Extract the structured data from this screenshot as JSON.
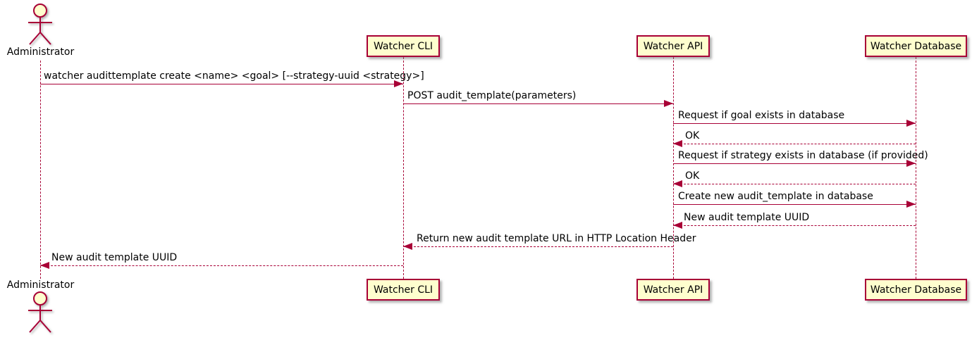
{
  "diagram_type": "uml-sequence",
  "actor": {
    "label": "Administrator"
  },
  "participants": [
    {
      "id": "cli",
      "label": "Watcher CLI"
    },
    {
      "id": "api",
      "label": "Watcher API"
    },
    {
      "id": "db",
      "label": "Watcher Database"
    }
  ],
  "messages": [
    {
      "from": "administrator",
      "to": "cli",
      "style": "solid",
      "label": "watcher audittemplate create <name> <goal> [--strategy-uuid <strategy>]"
    },
    {
      "from": "cli",
      "to": "api",
      "style": "solid",
      "label": "POST audit_template(parameters)"
    },
    {
      "from": "api",
      "to": "db",
      "style": "solid",
      "label": "Request if goal exists in database"
    },
    {
      "from": "db",
      "to": "api",
      "style": "dashed",
      "label": "OK"
    },
    {
      "from": "api",
      "to": "db",
      "style": "solid",
      "label": "Request if strategy exists in database (if provided)"
    },
    {
      "from": "db",
      "to": "api",
      "style": "dashed",
      "label": "OK"
    },
    {
      "from": "api",
      "to": "db",
      "style": "solid",
      "label": "Create new audit_template in database"
    },
    {
      "from": "db",
      "to": "api",
      "style": "dashed",
      "label": "New audit template UUID"
    },
    {
      "from": "api",
      "to": "cli",
      "style": "dashed",
      "label": "Return new audit template URL in HTTP Location Header"
    },
    {
      "from": "cli",
      "to": "administrator",
      "style": "dashed",
      "label": "New audit template UUID"
    }
  ],
  "colors": {
    "line": "#A80036",
    "participant_fill": "#FEFECE",
    "text": "#000000",
    "background": "#FFFFFF"
  }
}
